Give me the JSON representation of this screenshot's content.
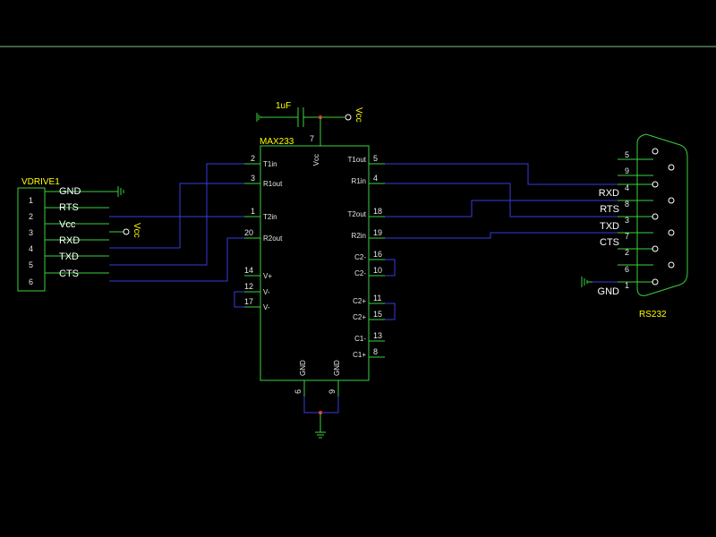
{
  "vdrive": {
    "ref": "VDRIVE1",
    "pins": [
      {
        "num": "1",
        "name": "GND"
      },
      {
        "num": "2",
        "name": "RTS"
      },
      {
        "num": "3",
        "name": "Vcc"
      },
      {
        "num": "4",
        "name": "RXD"
      },
      {
        "num": "5",
        "name": "TXD"
      },
      {
        "num": "6",
        "name": "CTS"
      }
    ],
    "vcc_symbol": "Vcc"
  },
  "capacitor": {
    "value": "1uF",
    "vcc_symbol": "Vcc"
  },
  "max233": {
    "ref": "MAX233",
    "vcc_pin": {
      "num": "7",
      "name": "Vcc"
    },
    "gnd_pins": [
      {
        "num": "6",
        "name": "GND"
      },
      {
        "num": "9",
        "name": "GND"
      }
    ],
    "left_pins": [
      {
        "num": "2",
        "name": "T1in"
      },
      {
        "num": "3",
        "name": "R1out"
      },
      {
        "num": "1",
        "name": "T2in"
      },
      {
        "num": "20",
        "name": "R2out"
      },
      {
        "num": "14",
        "name": "V+"
      },
      {
        "num": "12",
        "name": "V-"
      },
      {
        "num": "17",
        "name": "V-"
      }
    ],
    "right_pins": [
      {
        "num": "5",
        "name": "T1out"
      },
      {
        "num": "4",
        "name": "R1in"
      },
      {
        "num": "18",
        "name": "T2out"
      },
      {
        "num": "19",
        "name": "R2in"
      },
      {
        "num": "16",
        "name": "C2-"
      },
      {
        "num": "10",
        "name": "C2-"
      },
      {
        "num": "11",
        "name": "C2+"
      },
      {
        "num": "15",
        "name": "C2+"
      },
      {
        "num": "13",
        "name": "C1-"
      },
      {
        "num": "8",
        "name": "C1+"
      }
    ]
  },
  "rs232": {
    "ref": "RS232",
    "pins": [
      {
        "num": "5",
        "label": ""
      },
      {
        "num": "9",
        "label": ""
      },
      {
        "num": "4",
        "label": "RXD"
      },
      {
        "num": "8",
        "label": "RTS"
      },
      {
        "num": "3",
        "label": "TXD"
      },
      {
        "num": "7",
        "label": "CTS"
      },
      {
        "num": "2",
        "label": ""
      },
      {
        "num": "6",
        "label": ""
      },
      {
        "num": "1",
        "label": "GND"
      }
    ]
  }
}
